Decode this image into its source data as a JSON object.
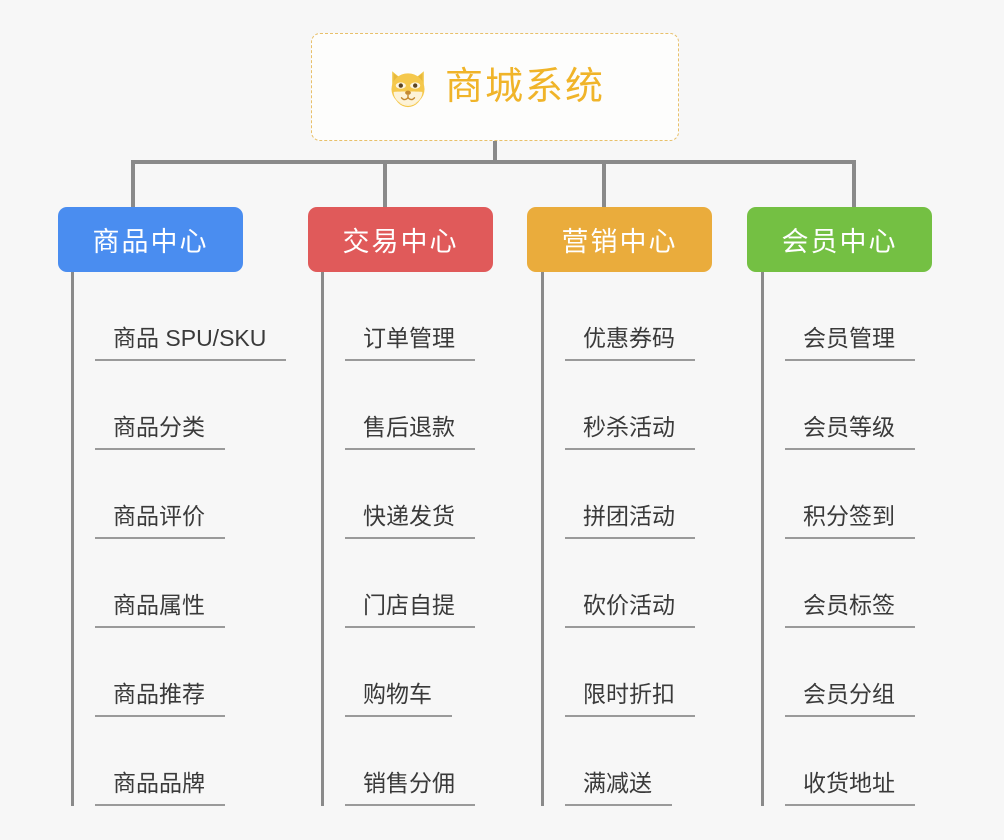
{
  "root": {
    "title": "商城系统",
    "icon": "shiba-dog-icon",
    "title_color": "#f0b429",
    "border_color": "#e8c06a",
    "background": "#fdfdfc"
  },
  "page": {
    "background": "#f7f7f7",
    "connector_color": "#8a8a8a",
    "item_text_color": "#3a3a3a",
    "item_rule_color": "#9a9a9a"
  },
  "columns": [
    {
      "title": "商品中心",
      "color": "#4a8df0",
      "items": [
        "商品 SPU/SKU",
        "商品分类",
        "商品评价",
        "商品属性",
        "商品推荐",
        "商品品牌"
      ]
    },
    {
      "title": "交易中心",
      "color": "#e05a5a",
      "items": [
        "订单管理",
        "售后退款",
        "快递发货",
        "门店自提",
        "购物车",
        "销售分佣"
      ]
    },
    {
      "title": "营销中心",
      "color": "#eaac3c",
      "items": [
        "优惠券码",
        "秒杀活动",
        "拼团活动",
        "砍价活动",
        "限时折扣",
        "满减送"
      ]
    },
    {
      "title": "会员中心",
      "color": "#74c043",
      "items": [
        "会员管理",
        "会员等级",
        "积分签到",
        "会员标签",
        "会员分组",
        "收货地址"
      ]
    }
  ]
}
